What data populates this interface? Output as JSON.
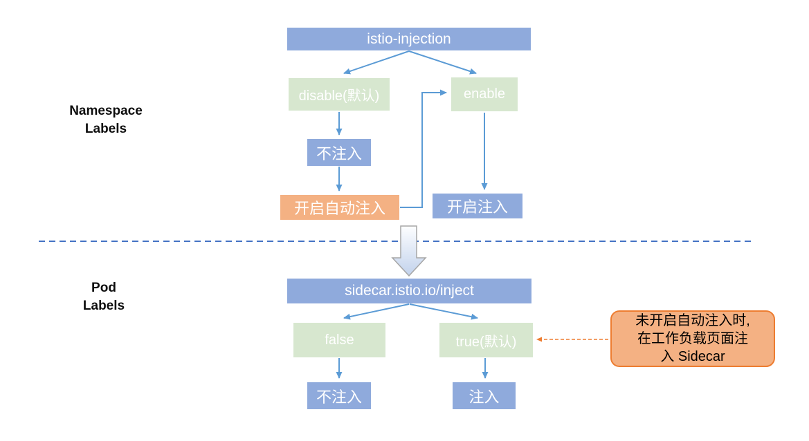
{
  "colors": {
    "node_blue": "#8FAADC",
    "node_green": "#D7E7CF",
    "node_orange": "#F4B183",
    "connector_blue": "#5B9BD5",
    "divider_blue": "#4472C4",
    "callout_fill": "#F4B183",
    "callout_border": "#ED7D31",
    "block_arrow_border": "#A6A6A6",
    "node_text": "#FFFFFF",
    "label_text": "#0D0D0D"
  },
  "namespace_section": {
    "side_label": "Namespace Labels",
    "nodes": {
      "root": "istio-injection",
      "disable": "disable(默认)",
      "enable": "enable",
      "no_inject": "不注入",
      "auto_inject": "开启自动注入",
      "inject_enabled": "开启注入"
    }
  },
  "pod_section": {
    "side_label": "Pod Labels",
    "nodes": {
      "root": "sidecar.istio.io/inject",
      "false_value": "false",
      "true_value": "true(默认)",
      "no_inject": "不注入",
      "inject": "注入"
    }
  },
  "callout": {
    "lines": [
      "未开启自动注入时,",
      "在工作负载页面注",
      "入 Sidecar"
    ]
  }
}
